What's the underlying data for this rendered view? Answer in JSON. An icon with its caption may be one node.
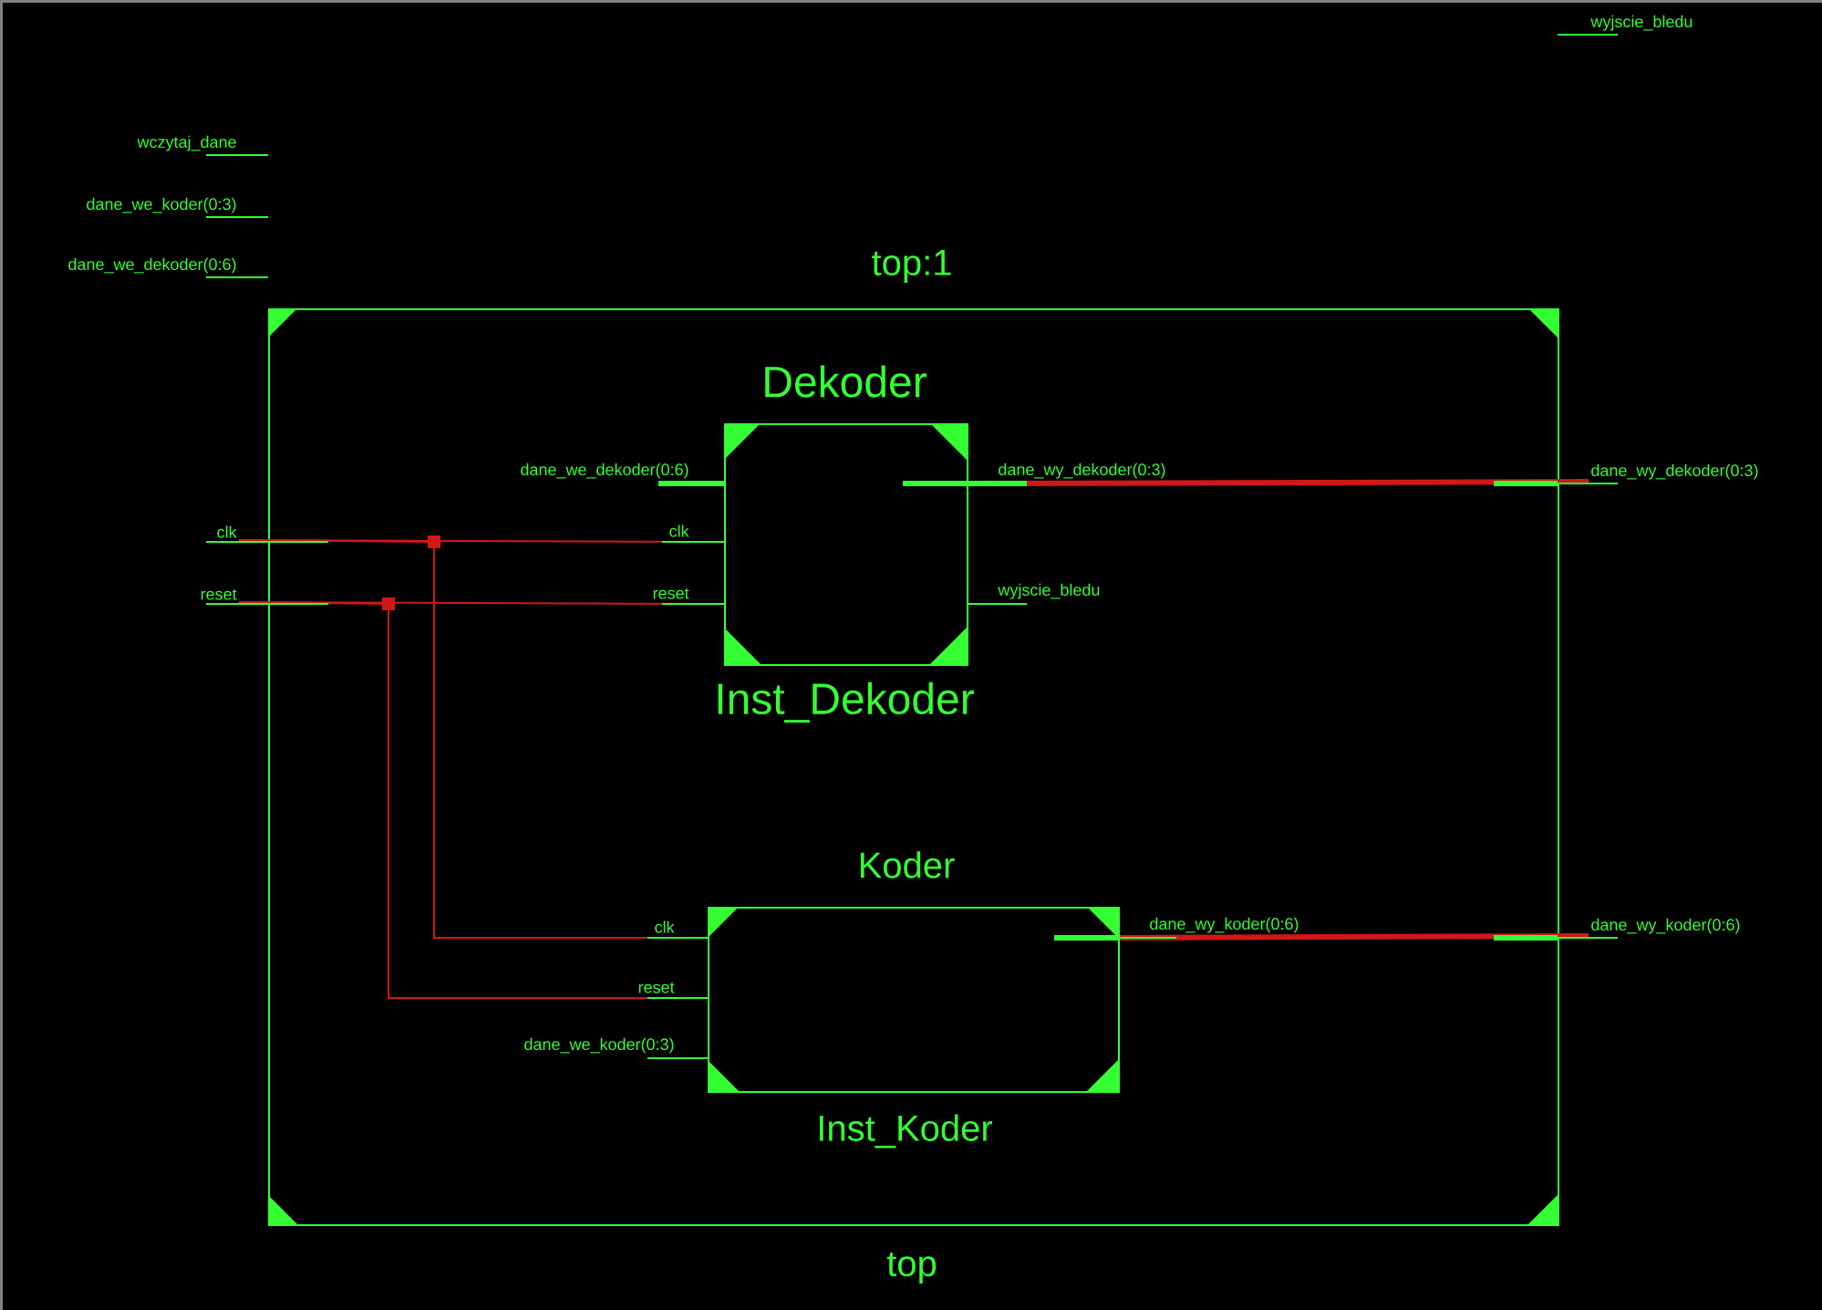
{
  "diagram": {
    "nodes": [
      {
        "text": [
          "top:1",
          "top"
        ]
      },
      {
        "text": [
          "Dekoder",
          "Inst_Dekoder"
        ],
        "in": 0,
        "beside": [
          "dane_we_dekoder(0:6)",
          "clk",
          "reset",
          "dane_wy_dekoder(0:3)",
          "wyjscie_bledu"
        ]
      },
      {
        "text": [
          "Koder",
          "Inst_Koder"
        ],
        "in": 0,
        "beside": [
          "clk",
          "reset",
          "dane_we_koder(0:3)",
          "dane_wy_koder(0:6)"
        ]
      },
      {
        "text": [
          "clk"
        ]
      },
      {
        "text": [
          "reset"
        ]
      },
      {
        "text": [
          "dane_wy_dekoder(0:3)"
        ]
      },
      {
        "text": [
          "dane_wy_koder(0:6)"
        ]
      }
    ],
    "edges": [
      {
        "from": 3,
        "to": 1,
        "arrow": "none"
      },
      {
        "from": 3,
        "to": 2,
        "arrow": "none"
      },
      {
        "from": 4,
        "to": 1,
        "arrow": "none"
      },
      {
        "from": 4,
        "to": 2,
        "arrow": "none"
      },
      {
        "from": 1,
        "to": 5,
        "arrow": "none",
        "style": "thick"
      },
      {
        "from": 2,
        "to": 6,
        "arrow": "none",
        "style": "thick"
      }
    ],
    "labels": [
      "wyjscie_bledu",
      "wczytaj_dane",
      "dane_we_koder(0:3)",
      "dane_we_dekoder(0:6)"
    ]
  }
}
